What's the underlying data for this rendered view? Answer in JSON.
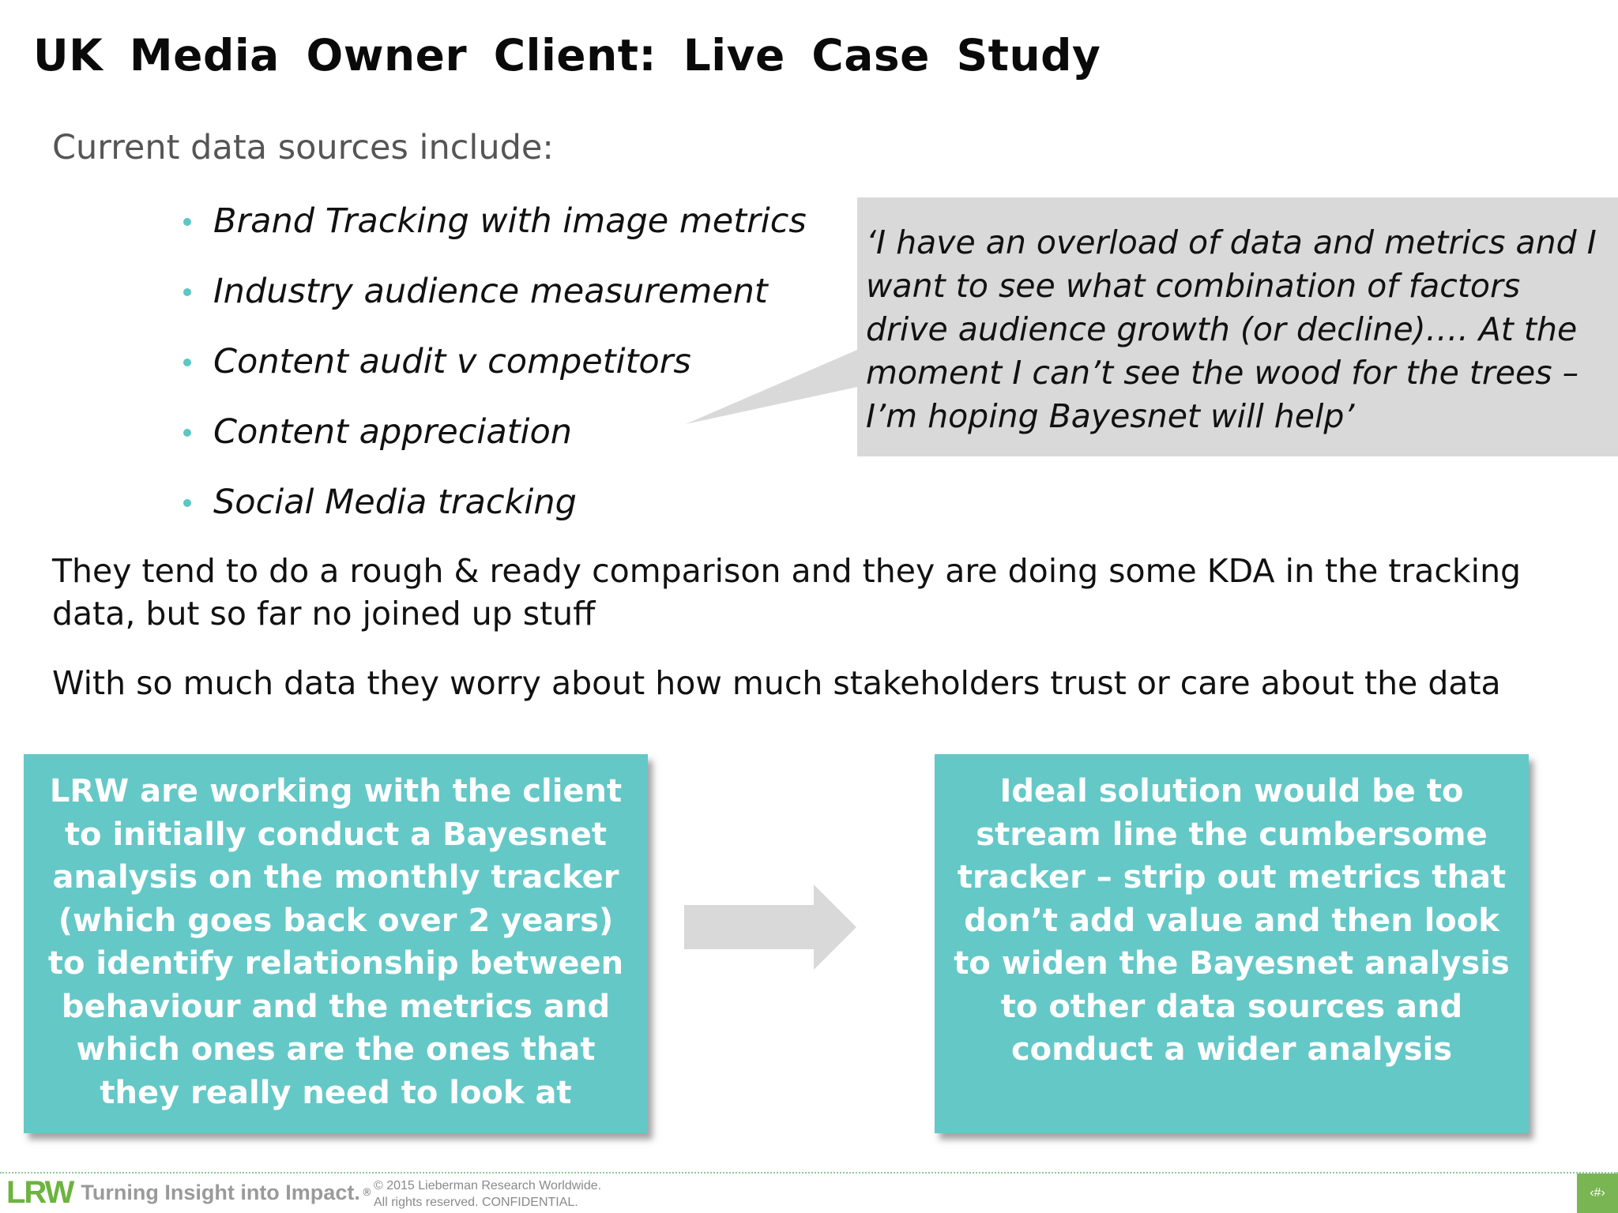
{
  "slide": {
    "title": "UK  Media  Owner  Client: Live Case Study",
    "intro": "Current data sources include:",
    "bullets": [
      "Brand Tracking with image metrics",
      "Industry audience measurement",
      "Content audit  v competitors",
      "Content appreciation",
      "Social Media tracking"
    ],
    "quote": "‘I have an overload of data and metrics and I want to see what combination of factors drive audience growth (or decline)…. At the moment I can’t see the wood for the trees – I’m hoping Bayesnet will help’",
    "paragraph1": "They tend to do a rough & ready comparison and they are doing some KDA in the tracking data, but so far no joined up stuff",
    "paragraph2": "With so much data they worry about how much stakeholders trust or care about the data",
    "box_left": "LRW are working with the client to initially conduct a Bayesnet analysis on the monthly tracker (which goes back over  2 years) to identify relationship between behaviour and the metrics and which ones are the ones that they really need to look at",
    "box_right": "Ideal solution would be to stream line the cumbersome tracker – strip out metrics that don’t add value and then look to widen the Bayesnet analysis to other data sources and conduct a wider analysis"
  },
  "footer": {
    "logo": "LRW",
    "tagline": "Turning Insight into Impact.",
    "registered": "®",
    "copyright_line1": "© 2015 Lieberman Research Worldwide.",
    "copyright_line2": "All rights reserved. CONFIDENTIAL.",
    "page_number": "‹#›"
  },
  "colors": {
    "teal": "#64c8c7",
    "callout_gray": "#d9d9d9",
    "arrow_gray": "#d9d9d9",
    "brand_green": "#6db33f"
  },
  "icons": {
    "arrow": "arrow-right-icon",
    "bullet": "bullet-dot-icon"
  }
}
